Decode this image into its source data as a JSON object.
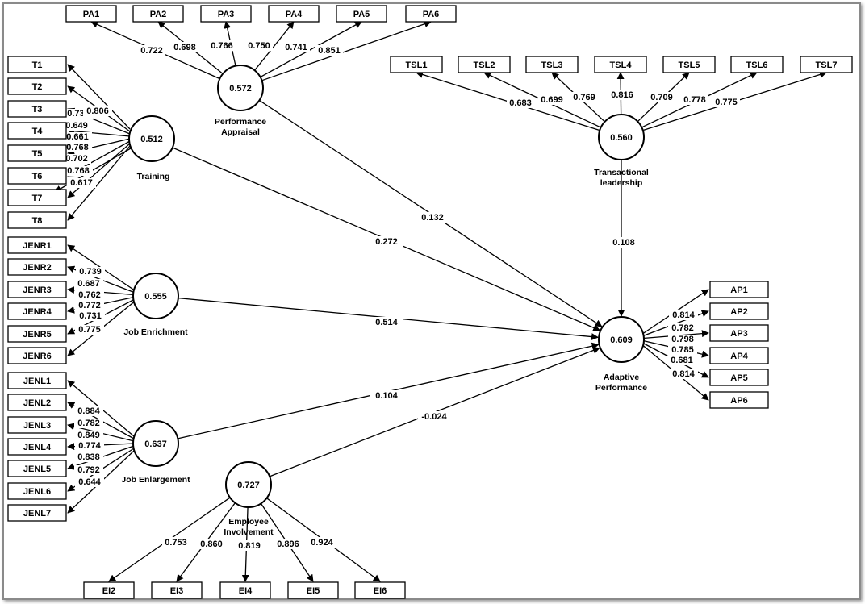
{
  "colors": {
    "line": "#000000",
    "background": "#ffffff",
    "frame": "#8a8a8a"
  },
  "constructs": [
    {
      "id": "PAp",
      "name_lines": [
        "Performance",
        "Appraisal"
      ],
      "r2": "0.572",
      "indicators": [
        {
          "id": "PA1",
          "loading": "0.722"
        },
        {
          "id": "PA2",
          "loading": "0.698"
        },
        {
          "id": "PA3",
          "loading": "0.766"
        },
        {
          "id": "PA4",
          "loading": "0.750"
        },
        {
          "id": "PA5",
          "loading": "0.741"
        },
        {
          "id": "PA6",
          "loading": "0.851"
        }
      ]
    },
    {
      "id": "TR",
      "name_lines": [
        "Training"
      ],
      "r2": "0.512",
      "indicators": [
        {
          "id": "T1",
          "loading": ""
        },
        {
          "id": "T2",
          "loading": "0.733"
        },
        {
          "id": "T3",
          "loading": "0.649"
        },
        {
          "id": "T4",
          "loading": "0.661"
        },
        {
          "id": "T5",
          "loading": "0.768"
        },
        {
          "id": "T6",
          "loading": "0.702"
        },
        {
          "id": "T7",
          "loading": "0.768"
        },
        {
          "id": "T8",
          "loading": "0.617"
        },
        {
          "id": "",
          "loading": "0.806"
        }
      ]
    },
    {
      "id": "TSLp",
      "name_lines": [
        "Transactional",
        "leadership"
      ],
      "r2": "0.560",
      "indicators": [
        {
          "id": "TSL1",
          "loading": "0.683"
        },
        {
          "id": "TSL2",
          "loading": "0.699"
        },
        {
          "id": "TSL3",
          "loading": "0.769"
        },
        {
          "id": "TSL4",
          "loading": "0.816"
        },
        {
          "id": "TSL5",
          "loading": "0.709"
        },
        {
          "id": "TSL6",
          "loading": "0.778"
        },
        {
          "id": "TSL7",
          "loading": "0.775"
        }
      ]
    },
    {
      "id": "JENR",
      "name_lines": [
        "Job Enrichment"
      ],
      "r2": "0.555",
      "indicators": [
        {
          "id": "JENR1",
          "loading": "0.739"
        },
        {
          "id": "JENR2",
          "loading": "0.687"
        },
        {
          "id": "JENR3",
          "loading": "0.762"
        },
        {
          "id": "JENR4",
          "loading": "0.772"
        },
        {
          "id": "JENR5",
          "loading": "0.731"
        },
        {
          "id": "JENR6",
          "loading": "0.775"
        }
      ]
    },
    {
      "id": "JENL",
      "name_lines": [
        "Job Enlargement"
      ],
      "r2": "0.637",
      "indicators": [
        {
          "id": "JENL1",
          "loading": "0.884"
        },
        {
          "id": "JENL2",
          "loading": "0.782"
        },
        {
          "id": "JENL3",
          "loading": "0.849"
        },
        {
          "id": "JENL4",
          "loading": "0.774"
        },
        {
          "id": "JENL5",
          "loading": "0.838"
        },
        {
          "id": "JENL6",
          "loading": "0.792"
        },
        {
          "id": "JENL7",
          "loading": "0.644"
        }
      ]
    },
    {
      "id": "EIp",
      "name_lines": [
        "Employee",
        "Involvement"
      ],
      "r2": "0.727",
      "indicators": [
        {
          "id": "EI2",
          "loading": "0.753"
        },
        {
          "id": "EI3",
          "loading": "0.860"
        },
        {
          "id": "EI4",
          "loading": "0.819"
        },
        {
          "id": "EI5",
          "loading": "0.896"
        },
        {
          "id": "EI6",
          "loading": "0.924"
        }
      ]
    },
    {
      "id": "APp",
      "name_lines": [
        "Adaptive",
        "Performance"
      ],
      "r2": "0.609",
      "indicators": [
        {
          "id": "AP1",
          "loading": "0.814"
        },
        {
          "id": "AP2",
          "loading": "0.782"
        },
        {
          "id": "AP3",
          "loading": "0.798"
        },
        {
          "id": "AP4",
          "loading": "0.785"
        },
        {
          "id": "AP5",
          "loading": "0.681"
        },
        {
          "id": "AP6",
          "loading": "0.814"
        }
      ]
    }
  ],
  "paths": [
    {
      "from": "PAp",
      "to": "APp",
      "coef": "0.132"
    },
    {
      "from": "TR",
      "to": "APp",
      "coef": "0.272"
    },
    {
      "from": "TSLp",
      "to": "APp",
      "coef": "0.108"
    },
    {
      "from": "JENR",
      "to": "APp",
      "coef": "0.514"
    },
    {
      "from": "JENL",
      "to": "APp",
      "coef": "0.104"
    },
    {
      "from": "EIp",
      "to": "APp",
      "coef": "-0.024"
    }
  ]
}
